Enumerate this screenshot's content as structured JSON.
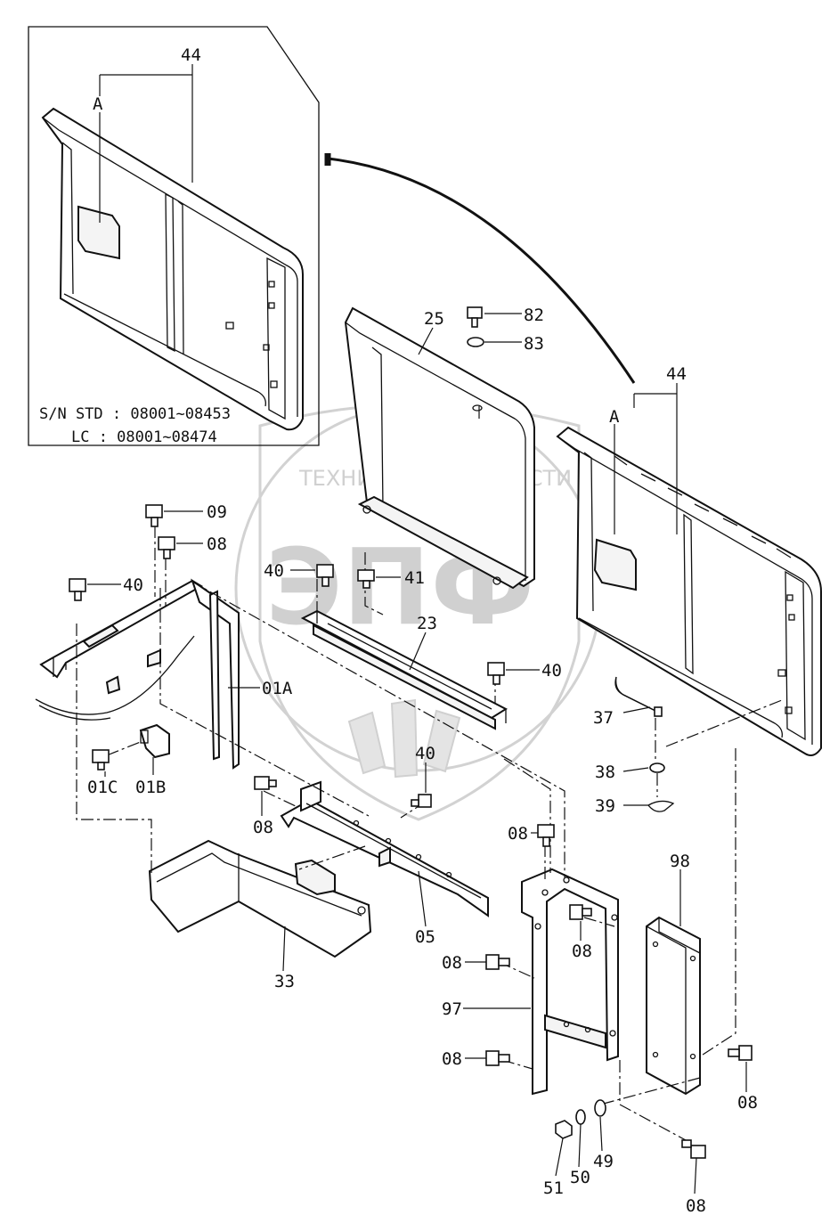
{
  "inset": {
    "serial_line_1": "S/N STD : 08001~08453",
    "serial_line_2": "LC  : 08001~08474"
  },
  "watermark": {
    "top_left": "ТЕХНИКА",
    "top_right": "ЗАПЧАСТИ",
    "big": "ЭПФ"
  },
  "callouts": {
    "inset_44": "44",
    "inset_a": "A",
    "p25": "25",
    "p82": "82",
    "p83": "83",
    "p44": "44",
    "p_a": "A",
    "p09": "09",
    "p08_top": "08",
    "p40_left": "40",
    "p40_mid": "40",
    "p41": "41",
    "p23": "23",
    "p40_right": "40",
    "p01a": "01A",
    "p37": "37",
    "p38": "38",
    "p39": "39",
    "p01c": "01C",
    "p01b": "01B",
    "p08_mid": "08",
    "p40_low": "40",
    "p08_right": "08",
    "p98": "98",
    "p33": "33",
    "p05": "05",
    "p08_bracket": "08",
    "p08_left1": "08",
    "p97": "97",
    "p08_left2": "08",
    "p08_far": "08",
    "p51": "51",
    "p50": "50",
    "p49": "49",
    "p08_bottom": "08"
  }
}
